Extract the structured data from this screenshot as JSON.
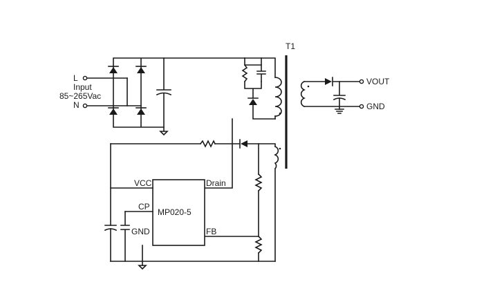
{
  "input": {
    "line": "L",
    "label": "Input",
    "range": "85~265Vac",
    "neutral": "N"
  },
  "transformer": {
    "label": "T1"
  },
  "ic": {
    "name": "MP020-5",
    "pins": {
      "vcc": "VCC",
      "drain": "Drain",
      "cp": "CP",
      "gnd": "GND",
      "fb": "FB"
    }
  },
  "output": {
    "vout": "VOUT",
    "gnd": "GND"
  },
  "colors": {
    "ink": "#1a1a1a",
    "background": "#ffffff"
  }
}
